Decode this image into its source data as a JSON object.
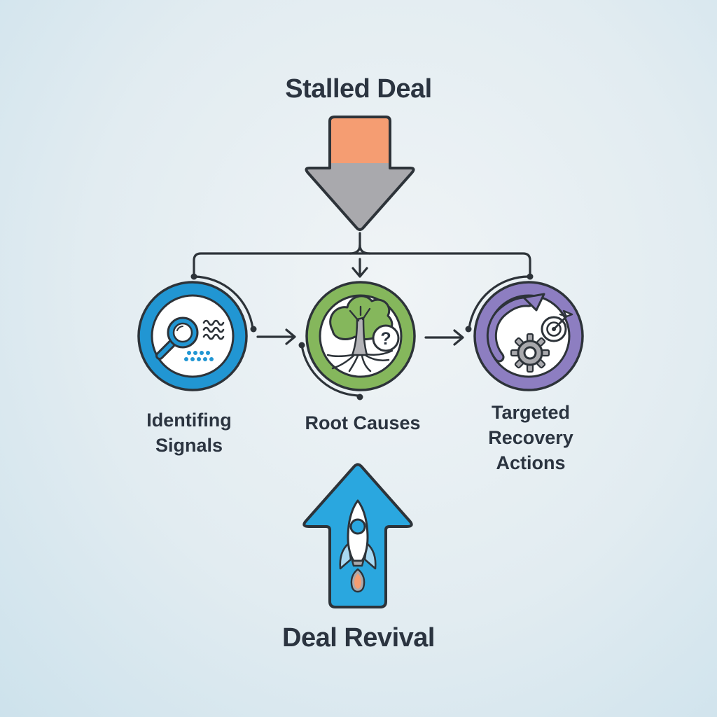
{
  "title": "Stalled Deal",
  "bottom_title": "Deal Revival",
  "colors": {
    "ink": "#2d3339",
    "text": "#2b3440",
    "orange": "#f59d72",
    "gray": "#a9a9ad",
    "trunk": "#b3b3b7",
    "blue": "#2196d3",
    "green": "#85b75c",
    "purple": "#8d7ec1",
    "bright_blue": "#2aa7df",
    "rocket_fin": "#a9d9f2",
    "bg_center": "#f0f4f6",
    "bg_edge": "#cde2ec"
  },
  "flow": {
    "top_arrow": "stalled-deal-down-arrow",
    "bottom_arrow": "deal-revival-up-arrow-with-rocket",
    "nodes": [
      {
        "label": "Identifing\nSignals",
        "icon": "magnifier-with-signal-waves-and-dots",
        "ring_color": "#2196d3"
      },
      {
        "label": "Root Causes",
        "icon": "tree-with-roots-and-question-mark",
        "ring_color": "#85b75c",
        "question_mark": "?"
      },
      {
        "label": "Targeted\nRecovery\nActions",
        "icon": "growth-arrow-gear-and-target",
        "ring_color": "#8d7ec1"
      }
    ]
  }
}
